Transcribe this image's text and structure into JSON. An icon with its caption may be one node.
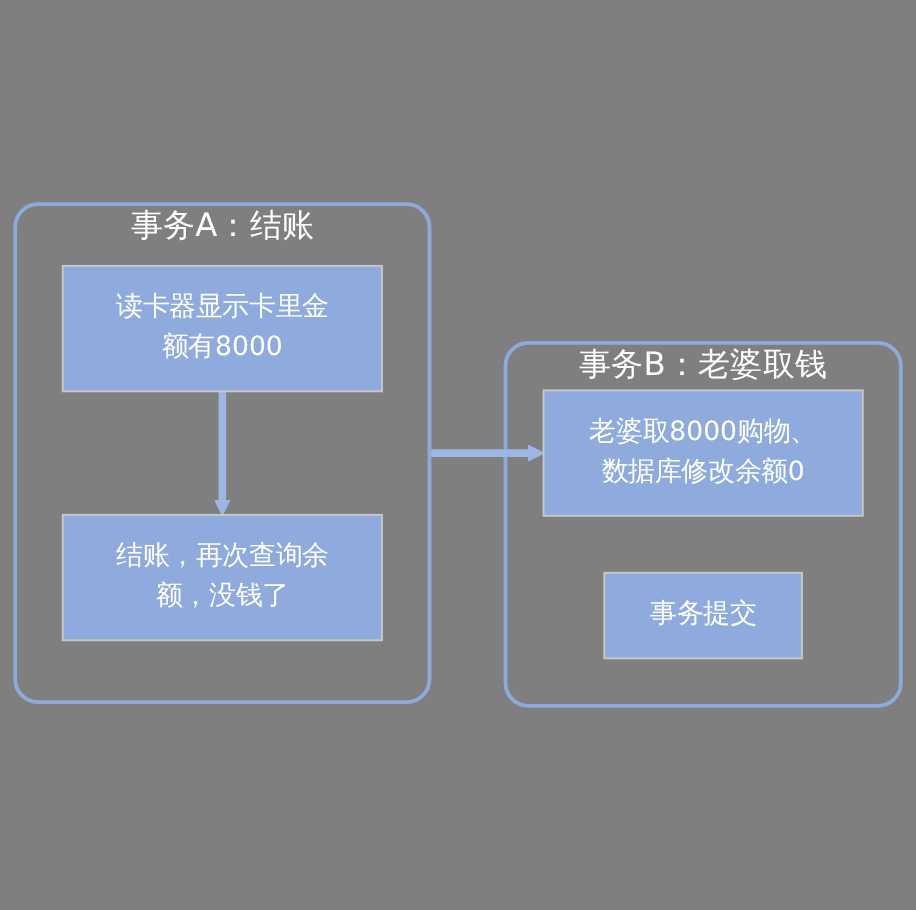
{
  "diagram": {
    "nodes": [
      {
        "text": [
          "事务A：结账"
        ]
      },
      {
        "text": [
          "读卡器显示卡里金额有8000"
        ],
        "in": 0
      },
      {
        "text": [
          "结账，再次查询余额，没钱了"
        ],
        "in": 0
      },
      {
        "text": [
          "事务B：老婆取钱"
        ]
      },
      {
        "text": [
          "老婆取8000购物、数据库修改余额0"
        ],
        "in": 3
      },
      {
        "text": [
          "事务提交"
        ],
        "in": 3
      }
    ],
    "edges": [
      {
        "from": 1,
        "to": 2,
        "arrow": "to"
      },
      {
        "from": 0,
        "to": 4,
        "arrow": "to"
      }
    ]
  }
}
